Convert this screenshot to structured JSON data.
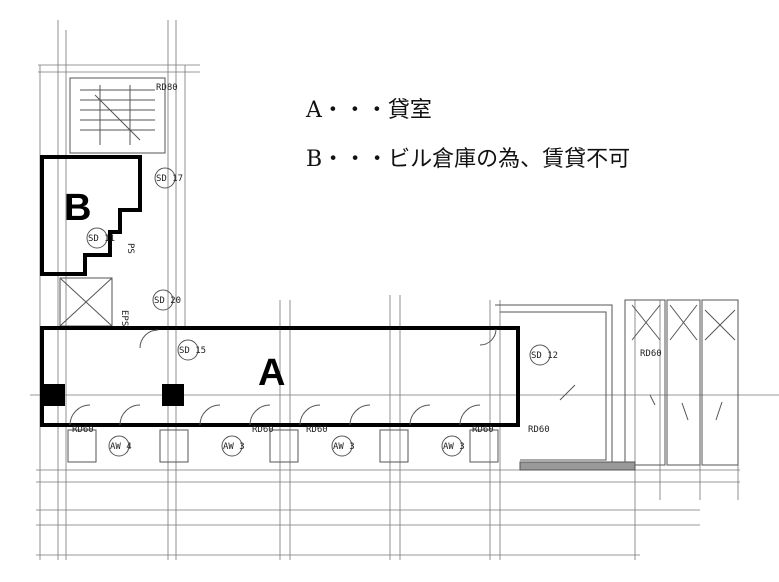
{
  "legend": {
    "a": "A・・・貸室",
    "b": "B・・・ビル倉庫の為、賃貸不可"
  },
  "zones": {
    "a": "A",
    "b": "B"
  },
  "labels": {
    "sd_17": "SD 17",
    "sd_11": "SD 11",
    "sd_20": "SD 20",
    "sd_15": "SD 15",
    "sd_12": "SD 12",
    "eps": "EPS",
    "ps": "PS",
    "aw_4": "AW 4",
    "aw_3a": "AW 3",
    "aw_3b": "AW 3",
    "aw_3c": "AW 3",
    "rd60a": "RD60",
    "rd60b": "RD60",
    "rd60c": "RD60",
    "rd60d": "RD60",
    "rd60e": "RD60",
    "rd60f": "RD60",
    "rd80": "RD80"
  }
}
